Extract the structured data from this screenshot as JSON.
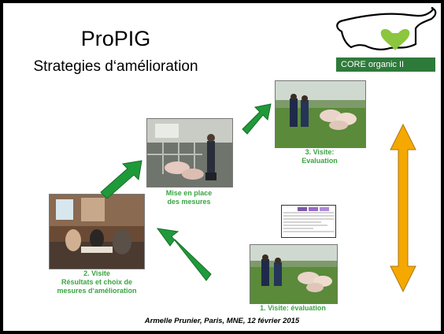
{
  "title": "ProPIG",
  "subtitle": "Strategies d‘amélioration",
  "logo": {
    "text": "CORE organic II",
    "icon": "pig-outline-with-green-heart-logo"
  },
  "steps": [
    {
      "caption_line1": "Mise en place",
      "caption_line2": "des mesures",
      "photo": "pigs-in-barn-photo"
    },
    {
      "caption_line1": "3. Visite:",
      "caption_line2": "Evaluation",
      "photo": "people-with-pigs-in-field-photo"
    },
    {
      "caption_line1": "2. Visite",
      "caption_line2": "Résultats et choix de",
      "caption_line3": "mesures d‘amélioration",
      "photo": "meeting-in-kitchen-photo"
    },
    {
      "caption_line1": "1. Visite: évaluation",
      "photo": "people-with-pigs-in-field-photo"
    }
  ],
  "footer": "Armelle Prunier, Paris, MNE, 12 février 2015",
  "colors": {
    "arrow_green": "#1f9a3a",
    "arrow_orange": "#f5a800",
    "caption_green": "#3aa442",
    "logo_bar": "#2e7a3a"
  }
}
